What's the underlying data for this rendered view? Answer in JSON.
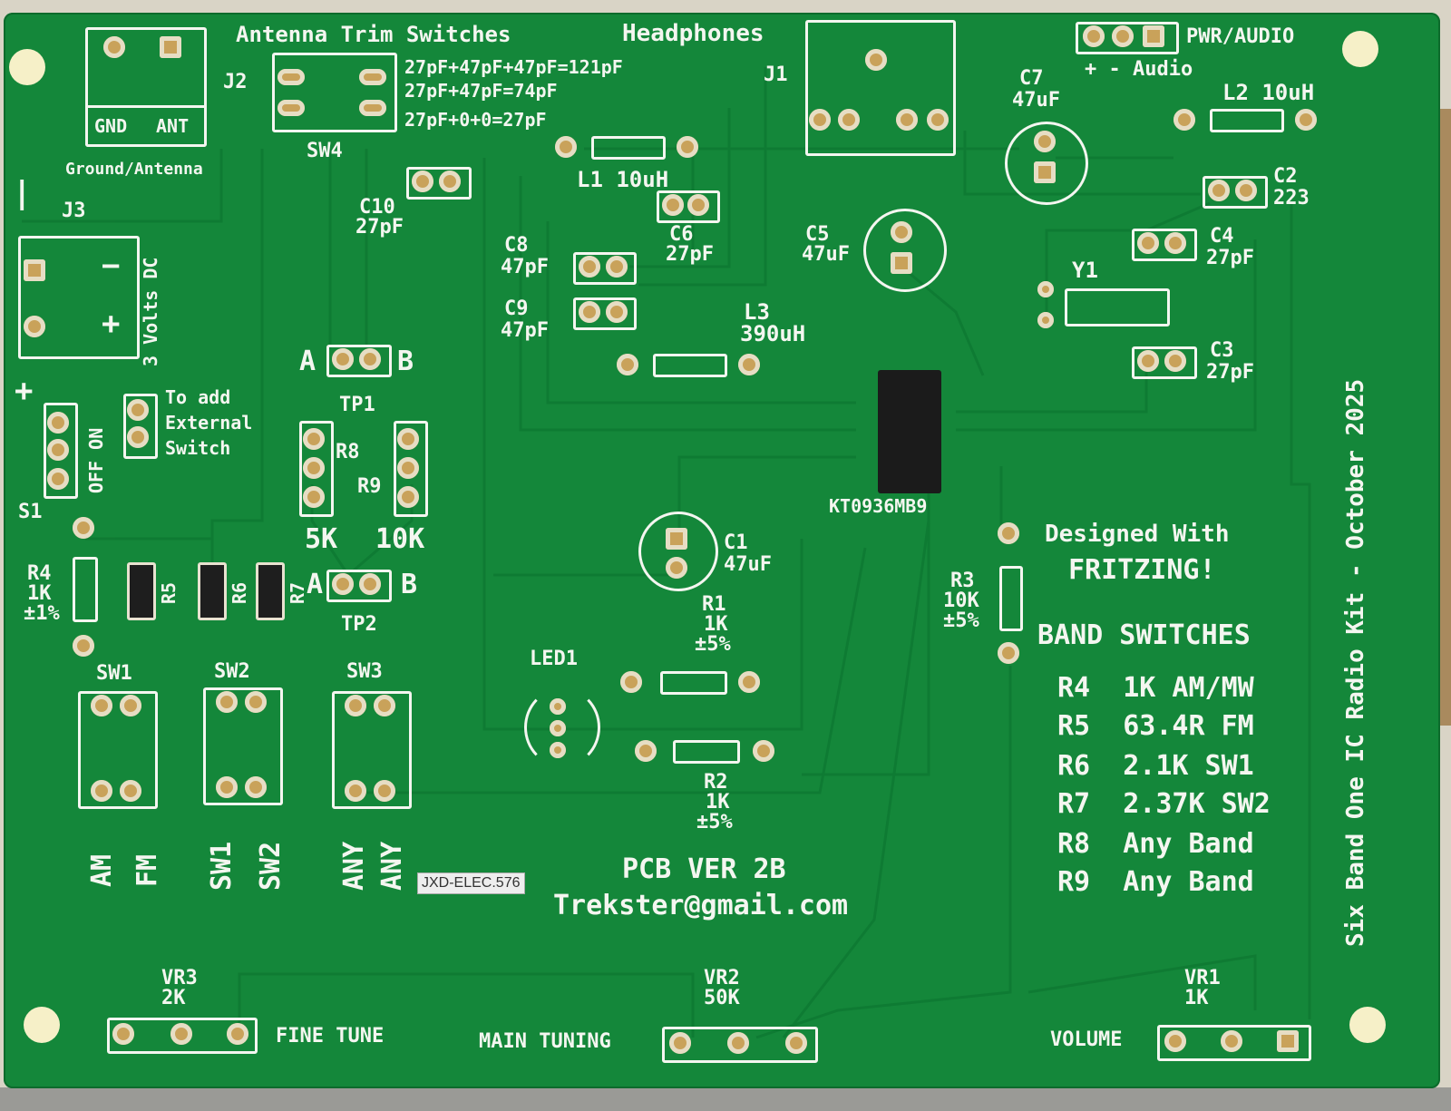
{
  "board": {
    "title_vertical": "Six Band One IC Radio Kit - October 2025",
    "antenna_trim_title": "Antenna Trim Switches",
    "trim_lines": [
      "27pF+47pF+47pF=121pF",
      "27pF+47pF=74pF",
      "27pF+0+0=27pF"
    ],
    "headphones": "Headphones",
    "pwr_audio": "PWR/AUDIO",
    "pwr_pins": "+ -  Audio",
    "gnd": "GND",
    "ant": "ANT",
    "ground_antenna": "Ground/Antenna",
    "j1": "J1",
    "j2": "J2",
    "j3": "J3",
    "sw4": "SW4",
    "volts": "3 Volts DC",
    "to_add_lines": [
      "To add",
      "External",
      "Switch"
    ],
    "off_on": "OFF ON",
    "s1": "S1",
    "ic_label": "KT0936MB9",
    "designed": "Designed With",
    "fritzing": "FRITZING!",
    "band_title": "BAND SWITCHES",
    "band_lines": [
      "R4  1K AM/MW",
      "R5  63.4R FM",
      "R6  2.1K SW1",
      "R7  2.37K SW2",
      "R8  Any Band",
      "R9  Any Band"
    ],
    "pcb_ver": "PCB VER 2B",
    "email": "Trekster@gmail.com",
    "sticker": "JXD-ELEC.576",
    "fine_tune": "FINE TUNE",
    "main_tuning": "MAIN TUNING",
    "volume": "VOLUME",
    "vr3": "VR3",
    "vr3_val": "2K",
    "vr2": "VR2",
    "vr2_val": "50K",
    "vr1": "VR1",
    "vr1_val": "1K",
    "sw1": "SW1",
    "sw2": "SW2",
    "sw3": "SW3",
    "sw_labels": [
      "AM",
      "FM",
      "SW1",
      "SW2",
      "ANY",
      "ANY"
    ],
    "tp1": "TP1",
    "tp2": "TP2",
    "a": "A",
    "b": "B",
    "r8": "R8",
    "r9": "R9",
    "five_k": "5K",
    "ten_k": "10K",
    "r4": "R4",
    "r4_val": "1K",
    "r4_tol": "±1%",
    "r5": "R5",
    "r6": "R6",
    "r7": "R7",
    "r1": "R1",
    "r1_val": "1K",
    "r1_tol": "±5%",
    "r2": "R2",
    "r2_val": "1K",
    "r2_tol": "±5%",
    "r3": "R3",
    "r3_val": "10K",
    "r3_tol": "±5%",
    "led1": "LED1",
    "c1": "C1",
    "c1_val": "47uF",
    "c2": "C2",
    "c2_val": "223",
    "c3": "C3",
    "c3_val": "27pF",
    "c4": "C4",
    "c4_val": "27pF",
    "c5": "C5",
    "c5_val": "47uF",
    "c6": "C6",
    "c6_val": "27pF",
    "c7": "C7",
    "c7_val": "47uF",
    "c8": "C8",
    "c8_val": "47pF",
    "c9": "C9",
    "c9_val": "47pF",
    "c10": "C10",
    "c10_val": "27pF",
    "l1": "L1 10uH",
    "l2": "L2 10uH",
    "l3": "L3",
    "l3_val": "390uH",
    "y1": "Y1"
  },
  "colors": {
    "pcb": "#14873a",
    "silk": "#f4f6f0",
    "pad": "#c9a25a"
  }
}
